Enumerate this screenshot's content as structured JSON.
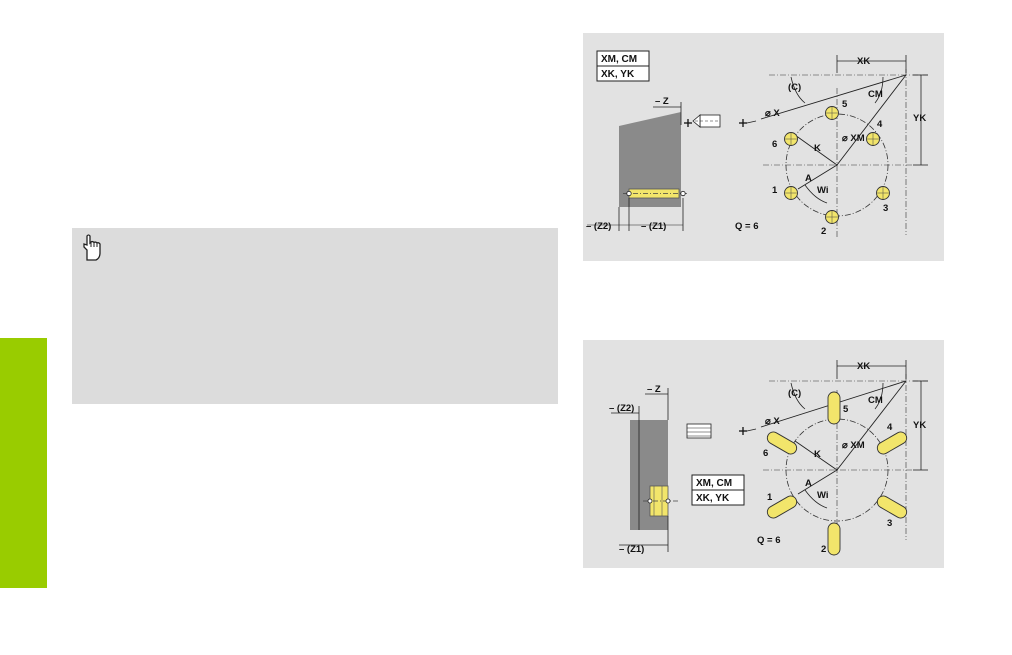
{
  "page": {
    "side_tab_color": "#99cc00",
    "note_background": "#dcdcdc",
    "figure_background": "#e2e2e2",
    "hole_fill": "#f2e56b"
  },
  "note": {
    "icon": "pointing-hand-icon"
  },
  "figure_top": {
    "box_line_1": "XM, CM",
    "box_line_2": "XK, YK",
    "z": "– Z",
    "z2": "– (Z2)",
    "z1": "– (Z1)",
    "xk": "XK",
    "yk": "YK",
    "c": "(C)",
    "cm": "CM",
    "x": "⌀ X",
    "xm": "⌀ XM",
    "k": "K",
    "a": "A",
    "wi": "Wi",
    "q": "Q = 6",
    "hole_numbers": [
      "1",
      "2",
      "3",
      "4",
      "5",
      "6"
    ]
  },
  "figure_bottom": {
    "box_line_1": "XM, CM",
    "box_line_2": "XK, YK",
    "z": "– Z",
    "z2": "– (Z2)",
    "z1": "– (Z1)",
    "xk": "XK",
    "yk": "YK",
    "c": "(C)",
    "cm": "CM",
    "x": "⌀ X",
    "xm": "⌀ XM",
    "k": "K",
    "a": "A",
    "wi": "Wi",
    "q": "Q = 6",
    "hole_numbers": [
      "1",
      "2",
      "3",
      "4",
      "5",
      "6"
    ]
  }
}
